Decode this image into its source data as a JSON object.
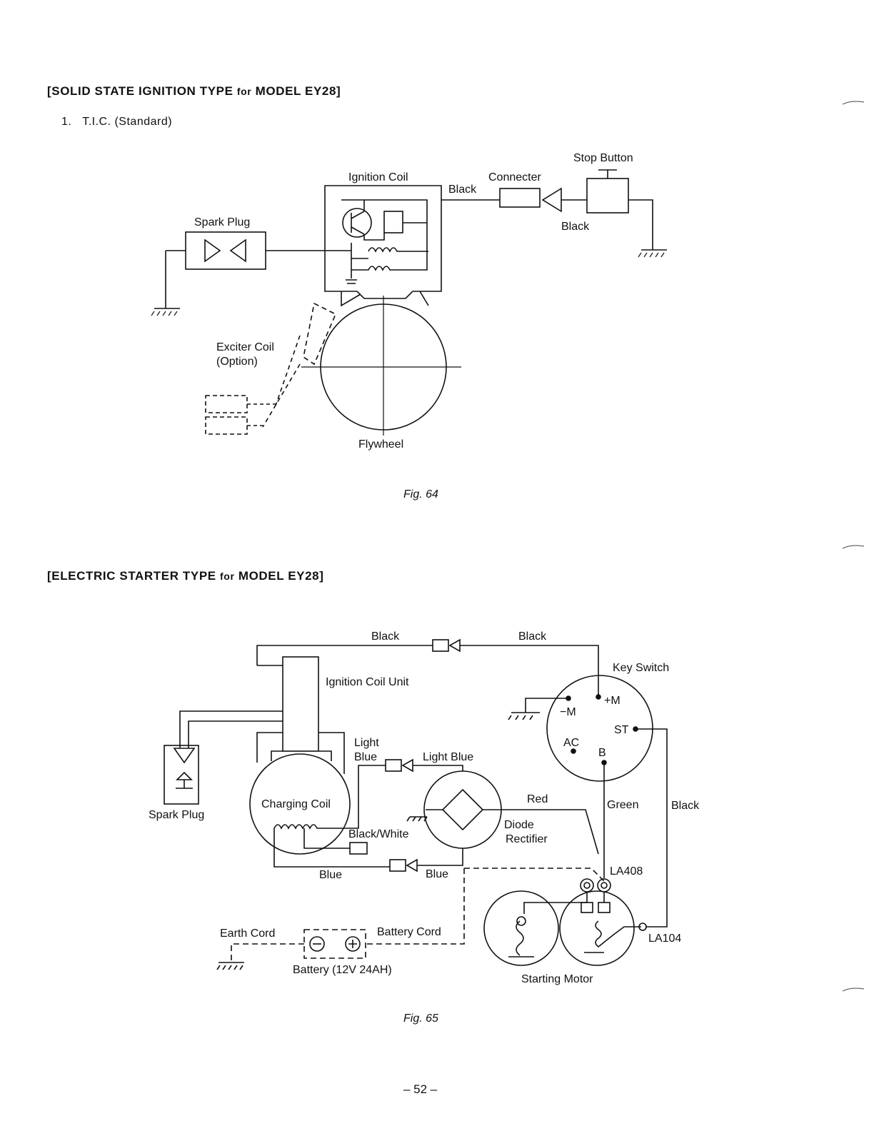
{
  "section1": {
    "heading_pre": "[SOLID STATE IGNITION TYPE ",
    "heading_for": "for",
    "heading_post": " MODEL EY28]",
    "item_number": "1.",
    "item_label": "T.I.C. (Standard)"
  },
  "fig64": {
    "caption": "Fig. 64",
    "labels": {
      "stop_button": "Stop Button",
      "ignition_coil": "Ignition Coil",
      "connecter": "Connecter",
      "black_top": "Black",
      "black_bottom": "Black",
      "spark_plug": "Spark Plug",
      "exciter_coil_1": "Exciter Coil",
      "exciter_coil_2": "(Option)",
      "flywheel": "Flywheel"
    }
  },
  "section2": {
    "heading_pre": "[ELECTRIC STARTER TYPE ",
    "heading_for": "for",
    "heading_post": " MODEL EY28]"
  },
  "fig65": {
    "caption": "Fig. 65",
    "labels": {
      "black_left": "Black",
      "black_right": "Black",
      "key_switch": "Key Switch",
      "ignition_coil_unit": "Ignition Coil Unit",
      "plus_m": "+M",
      "minus_m": "−M",
      "st": "ST",
      "ac": "AC",
      "b": "B",
      "light_blue_1": "Light",
      "light_blue_2": "Blue",
      "light_blue_right": "Light Blue",
      "spark_plug": "Spark Plug",
      "charging_coil": "Charging Coil",
      "red": "Red",
      "green": "Green",
      "black_far_right": "Black",
      "black_white": "Black/White",
      "diode_1": "Diode",
      "diode_2": "Rectifier",
      "blue_left": "Blue",
      "blue_right": "Blue",
      "la408": "LA408",
      "earth_cord": "Earth Cord",
      "battery_cord": "Battery Cord",
      "la104": "LA104",
      "battery": "Battery (12V 24AH)",
      "starting_motor": "Starting Motor"
    }
  },
  "page_number": "– 52 –"
}
